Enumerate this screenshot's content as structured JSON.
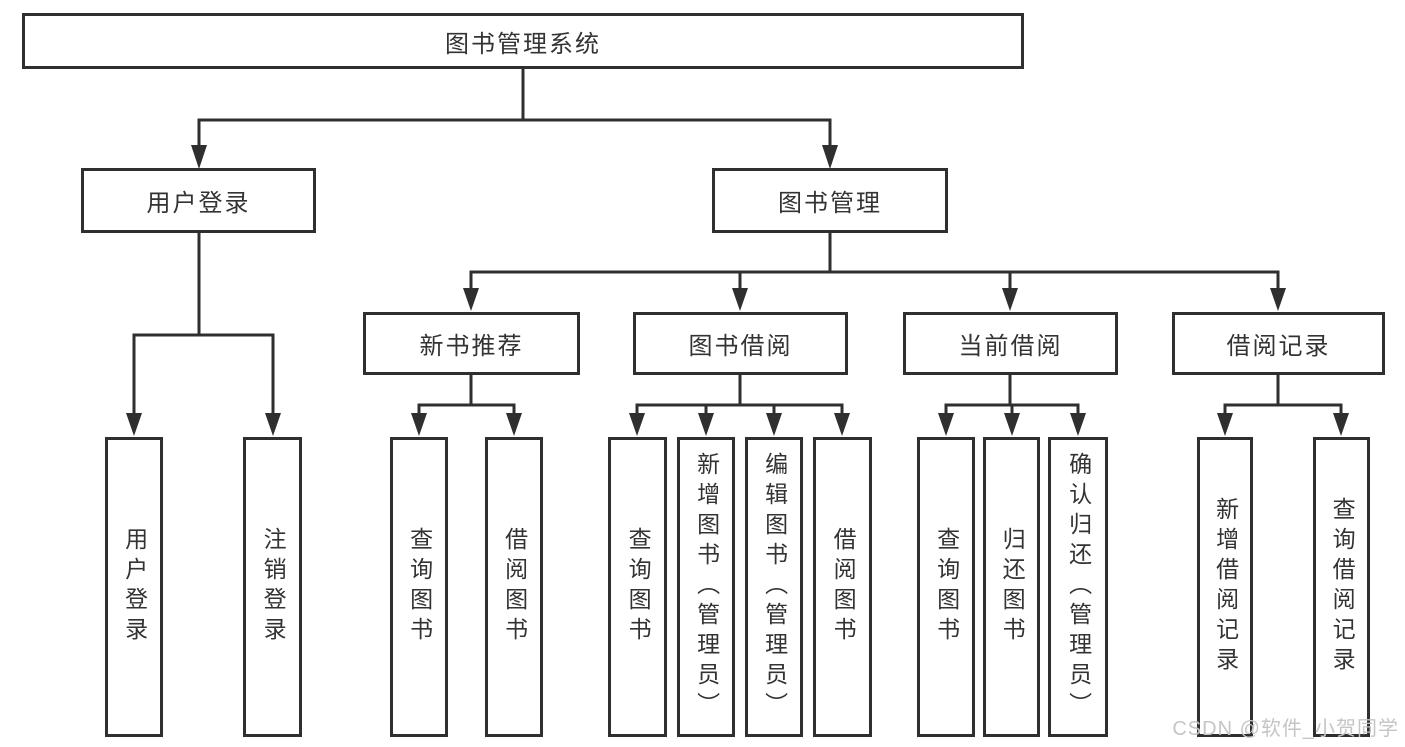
{
  "diagram": {
    "type": "hierarchy-chart",
    "root": {
      "label": "图书管理系统",
      "children": [
        {
          "label": "用户登录",
          "children": [
            {
              "label": "用户登录"
            },
            {
              "label": "注销登录"
            }
          ]
        },
        {
          "label": "图书管理",
          "children": [
            {
              "label": "新书推荐",
              "children": [
                {
                  "label": "查询图书"
                },
                {
                  "label": "借阅图书"
                }
              ]
            },
            {
              "label": "图书借阅",
              "children": [
                {
                  "label": "查询图书"
                },
                {
                  "label": "新增图书（管理员）"
                },
                {
                  "label": "编辑图书（管理员）"
                },
                {
                  "label": "借阅图书"
                }
              ]
            },
            {
              "label": "当前借阅",
              "children": [
                {
                  "label": "查询图书"
                },
                {
                  "label": "归还图书"
                },
                {
                  "label": "确认归还（管理员）"
                }
              ]
            },
            {
              "label": "借阅记录",
              "children": [
                {
                  "label": "新增借阅记录"
                },
                {
                  "label": "查询借阅记录"
                }
              ]
            }
          ]
        }
      ]
    }
  },
  "watermark": {
    "text": "CSDN @软件_小贺同学",
    "color": "#c5c5c5"
  },
  "colors": {
    "line": "#2f2f2f",
    "box_border": "#2f2f2f",
    "text": "#333333",
    "background": "#ffffff"
  }
}
